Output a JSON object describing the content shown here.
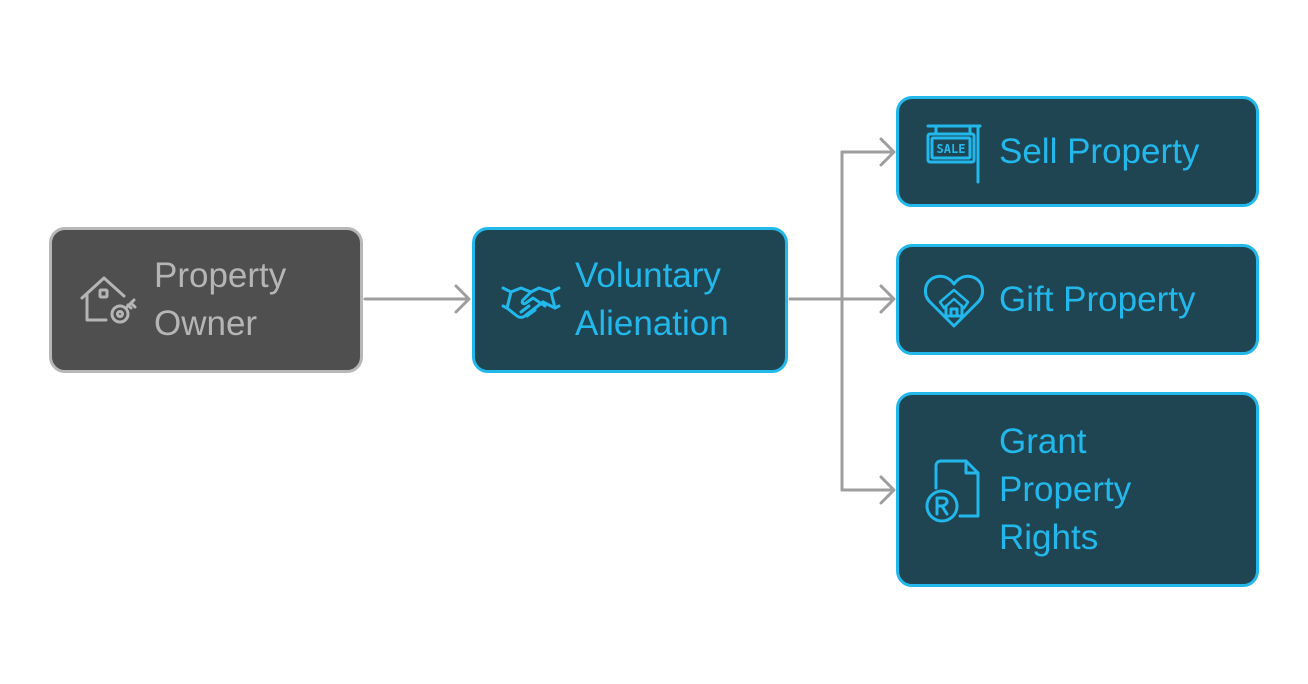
{
  "colors": {
    "connector": "#9e9e9e",
    "gray_fill": "#4f4f4f",
    "gray_border": "#b7b7b7",
    "gray_text": "#b5b5b5",
    "blue_fill": "#1f4553",
    "blue_border": "#22b8ec",
    "blue_text": "#22b8ec"
  },
  "nodes": {
    "owner": {
      "lines": [
        "Property",
        "Owner"
      ],
      "icon": "house-key-icon"
    },
    "voluntary": {
      "lines": [
        "Voluntary",
        "Alienation"
      ],
      "icon": "handshake-icon"
    },
    "sell": {
      "lines": [
        "Sell Property"
      ],
      "icon": "sale-sign-icon"
    },
    "gift": {
      "lines": [
        "Gift Property"
      ],
      "icon": "heart-house-icon"
    },
    "grant": {
      "lines": [
        "Grant",
        "Property",
        "Rights"
      ],
      "icon": "registered-document-icon"
    }
  }
}
